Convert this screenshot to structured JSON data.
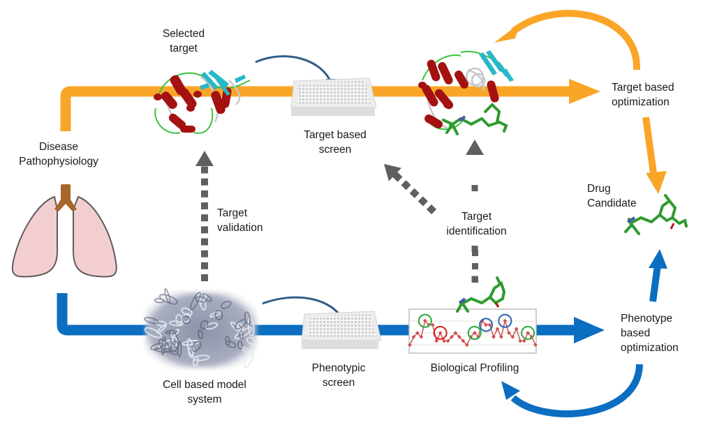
{
  "colors": {
    "target_track": "#F9A628",
    "phenotype_track": "#0B6EC1",
    "dotted_arrow": "#5F5F5F",
    "curve_arrow": "#2F5D8A",
    "helix": "#A31111",
    "sheet": "#27B8C8",
    "loop": "#3CC23C",
    "ligand": "#2E9A2E",
    "lung": "#F3CED0",
    "trachea": "#A8662A",
    "profile_line": "#D05050",
    "circle_green": "#2EA83A",
    "circle_red": "#D81E1E",
    "circle_blue": "#2A64B5"
  },
  "labels": {
    "selected_target": [
      "Selected",
      "target"
    ],
    "disease": [
      "Disease",
      "Pathophysiology"
    ],
    "target_based_screen": [
      "Target based",
      "screen"
    ],
    "target_based_optimization": [
      "Target based",
      "optimization"
    ],
    "drug_candidate": [
      "Drug",
      "Candidate"
    ],
    "target_validation": [
      "Target",
      "validation"
    ],
    "target_identification": [
      "Target",
      "identification"
    ],
    "cell_based_model": [
      "Cell based model",
      "system"
    ],
    "phenotypic_screen": [
      "Phenotypic",
      "screen"
    ],
    "biological_profiling": "Biological Profiling",
    "phenotype_based_optimization": [
      "Phenotype",
      "based",
      "optimization"
    ]
  },
  "icons": {
    "lungs": "lungs-icon",
    "protein": "protein-structure-icon",
    "protein_ligand": "protein-ligand-complex-icon",
    "microplate": "microplate-icon",
    "cells": "cell-culture-image-icon",
    "molecule": "small-molecule-icon",
    "profile": "profile-chart-icon"
  },
  "profile_chart": {
    "values": [
      2,
      4,
      5,
      4,
      8,
      7,
      7,
      3,
      5,
      3,
      3,
      4,
      5,
      4,
      3,
      2,
      4,
      5,
      4,
      8,
      7,
      7,
      4,
      6,
      4,
      8,
      5,
      4,
      6,
      3,
      3,
      5,
      4,
      2
    ],
    "highlights": [
      {
        "index": 4,
        "color": "green"
      },
      {
        "index": 8,
        "color": "red"
      },
      {
        "index": 17,
        "color": "green"
      },
      {
        "index": 20,
        "color": "blue"
      },
      {
        "index": 25,
        "color": "blue"
      },
      {
        "index": 31,
        "color": "green"
      }
    ]
  }
}
